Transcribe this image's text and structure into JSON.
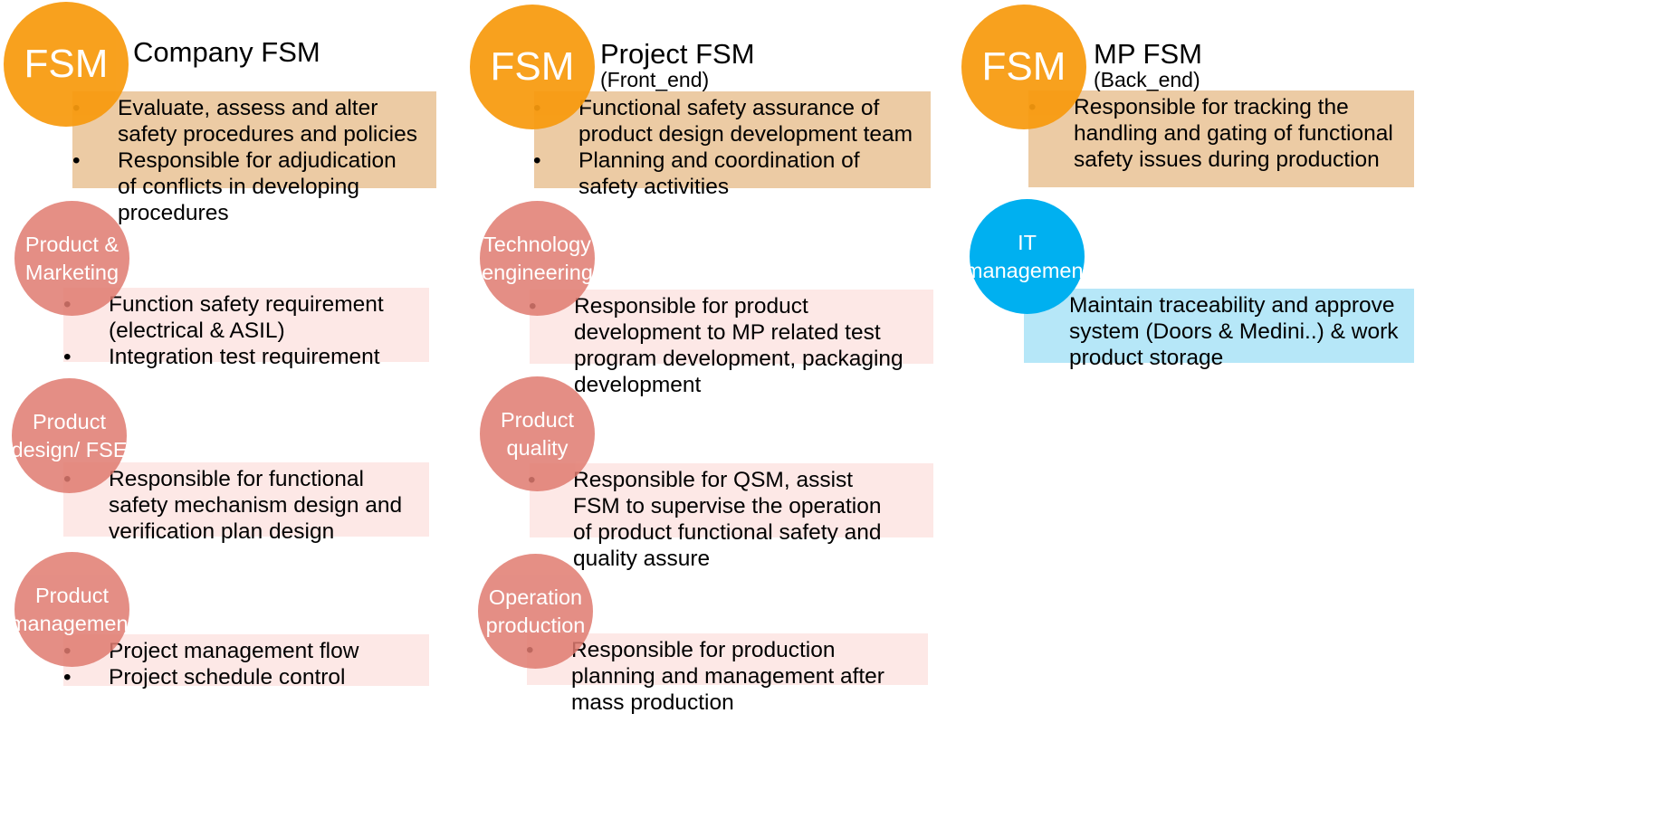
{
  "colors": {
    "fsm_orange": "#f89a0e",
    "fsm_box": "#eccba4",
    "role_red": "#e07b70",
    "role_box": "#fde8e6",
    "it_blue": "#00b0f0",
    "it_box": "#b6e7f8"
  },
  "columns": [
    {
      "fsm": {
        "circle_label": "FSM",
        "title": "Company FSM",
        "subtitle": "",
        "items": [
          "Evaluate, assess and alter safety procedures and policies",
          "Responsible for adjudication of conflicts in developing procedures"
        ]
      },
      "roles": [
        {
          "circle_lines": [
            "Product &",
            "Marketing"
          ],
          "items": [
            "Function safety requirement (electrical & ASIL)",
            "Integration test requirement"
          ]
        },
        {
          "circle_lines": [
            "Product",
            "design/ FSE"
          ],
          "items": [
            "Responsible for functional safety mechanism design and verification plan design"
          ]
        },
        {
          "circle_lines": [
            "Product",
            "management"
          ],
          "items": [
            "Project management flow",
            "Project schedule control"
          ]
        }
      ]
    },
    {
      "fsm": {
        "circle_label": "FSM",
        "title": "Project FSM",
        "subtitle": "(Front_end)",
        "items": [
          "Functional safety assurance of product design development team",
          "Planning and coordination of safety activities"
        ]
      },
      "roles": [
        {
          "circle_lines": [
            "Technology",
            "engineering"
          ],
          "items": [
            "Responsible for product development to MP related test program development, packaging development"
          ]
        },
        {
          "circle_lines": [
            "Product",
            "quality"
          ],
          "items": [
            "Responsible for QSM, assist FSM to supervise the operation of product functional safety and quality assure"
          ]
        },
        {
          "circle_lines": [
            "Operation",
            "production"
          ],
          "items": [
            "Responsible for production planning and management after mass production"
          ]
        }
      ]
    },
    {
      "fsm": {
        "circle_label": "FSM",
        "title": "MP FSM",
        "subtitle": "(Back_end)",
        "items": [
          "Responsible for tracking the handling and gating of functional safety issues during production"
        ]
      },
      "roles": [
        {
          "circle_lines": [
            "IT",
            "management"
          ],
          "items": [
            "Maintain traceability and approve system (Doors & Medini..) & work product storage"
          ]
        }
      ]
    }
  ]
}
